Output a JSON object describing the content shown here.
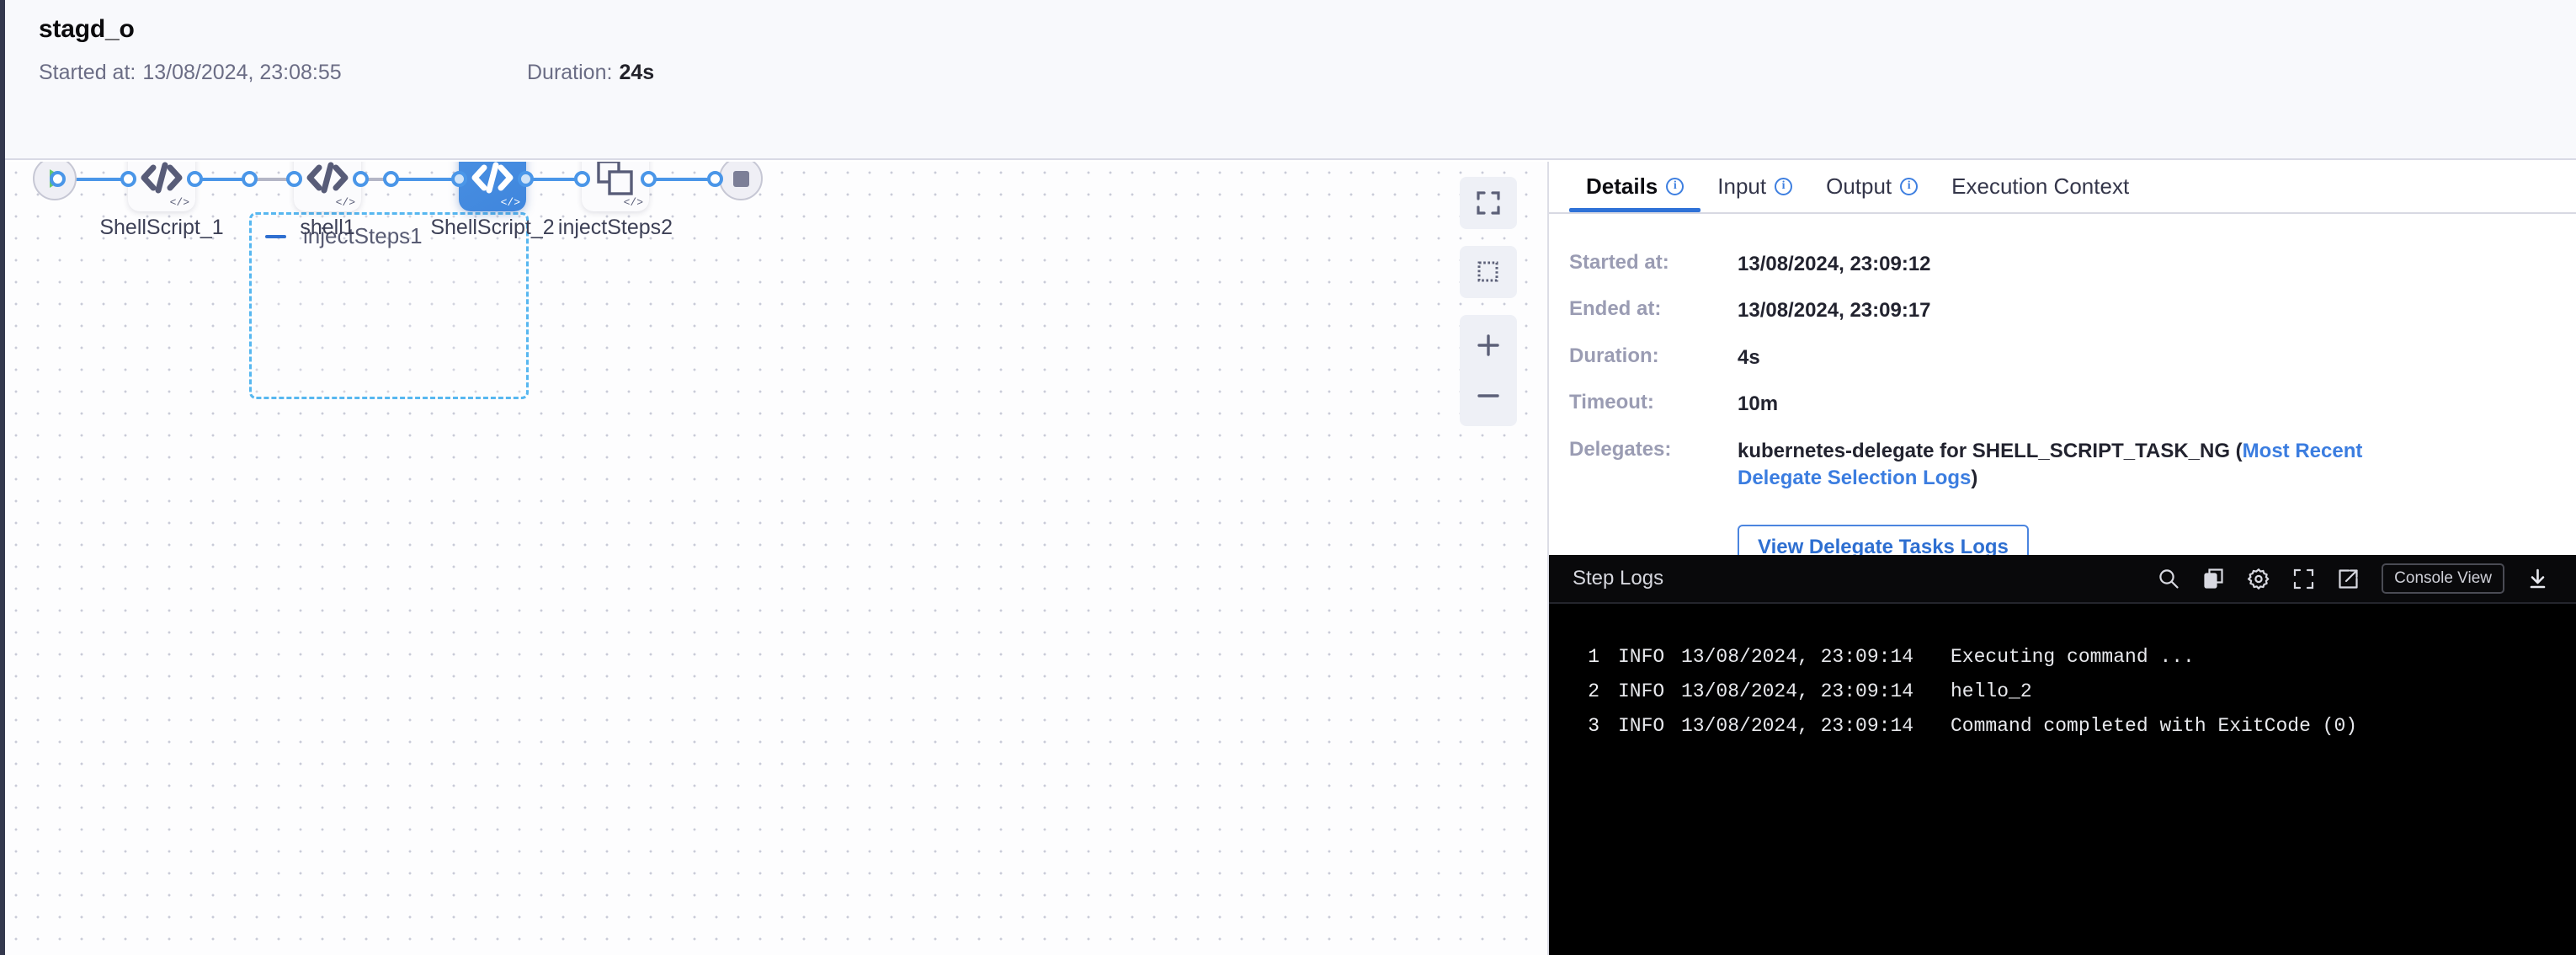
{
  "header": {
    "title": "stagd_o",
    "started_label": "Started at:",
    "started_value": "13/08/2024, 23:08:55",
    "duration_label": "Duration:",
    "duration_value": "24s"
  },
  "canvas": {
    "start_node_name": "start-node",
    "end_node_name": "end-node",
    "nodes": [
      {
        "label": "ShellScript_1",
        "type": "shell-script",
        "status": "success",
        "selected": false
      },
      {
        "label": "shell1",
        "type": "shell-script",
        "status": "success",
        "selected": false
      },
      {
        "label": "ShellScript_2",
        "type": "shell-script",
        "status": "success",
        "selected": true
      },
      {
        "label": "injectSteps2",
        "type": "step-group",
        "status": "success",
        "selected": false
      }
    ],
    "group": {
      "label": "injectSteps1",
      "collapsed": false
    },
    "tools": [
      {
        "name": "fit-to-screen",
        "label": "Fit to screen"
      },
      {
        "name": "selection-box",
        "label": "Selection"
      },
      {
        "name": "zoom-in",
        "label": "Zoom in"
      },
      {
        "name": "zoom-out",
        "label": "Zoom out"
      }
    ]
  },
  "panel": {
    "tabs": [
      {
        "label": "Details",
        "info": true,
        "active": true
      },
      {
        "label": "Input",
        "info": true,
        "active": false
      },
      {
        "label": "Output",
        "info": true,
        "active": false
      },
      {
        "label": "Execution Context",
        "info": false,
        "active": false
      }
    ],
    "details": {
      "started_at_label": "Started at:",
      "started_at_value": "13/08/2024, 23:09:12",
      "ended_at_label": "Ended at:",
      "ended_at_value": "13/08/2024, 23:09:17",
      "duration_label": "Duration:",
      "duration_value": "4s",
      "timeout_label": "Timeout:",
      "timeout_value": "10m",
      "delegates_label": "Delegates:",
      "delegates_text": "kubernetes-delegate for SHELL_SCRIPT_TASK_NG (",
      "delegates_link": "Most Recent Delegate Selection Logs",
      "delegates_text_end": ")",
      "delegate_button": "View Delegate Tasks Logs"
    }
  },
  "logs": {
    "title": "Step Logs",
    "console_view_label": "Console View",
    "actions": [
      {
        "name": "search-icon"
      },
      {
        "name": "copy-icon"
      },
      {
        "name": "gear-icon"
      },
      {
        "name": "fullscreen-icon"
      },
      {
        "name": "external-link-icon"
      },
      {
        "name": "download-icon"
      }
    ],
    "lines": [
      {
        "num": "1",
        "level": "INFO",
        "time": "13/08/2024, 23:09:14",
        "msg": "Executing command ..."
      },
      {
        "num": "2",
        "level": "INFO",
        "time": "13/08/2024, 23:09:14",
        "msg": "hello_2"
      },
      {
        "num": "3",
        "level": "INFO",
        "time": "13/08/2024, 23:09:14",
        "msg": "Command completed with ExitCode (0)"
      }
    ]
  },
  "colors": {
    "accent": "#2f72d7",
    "edge": "#4a96e8",
    "success": "#5dc264",
    "group_border": "#57b7f0",
    "selected_node": "#4a90e2"
  }
}
